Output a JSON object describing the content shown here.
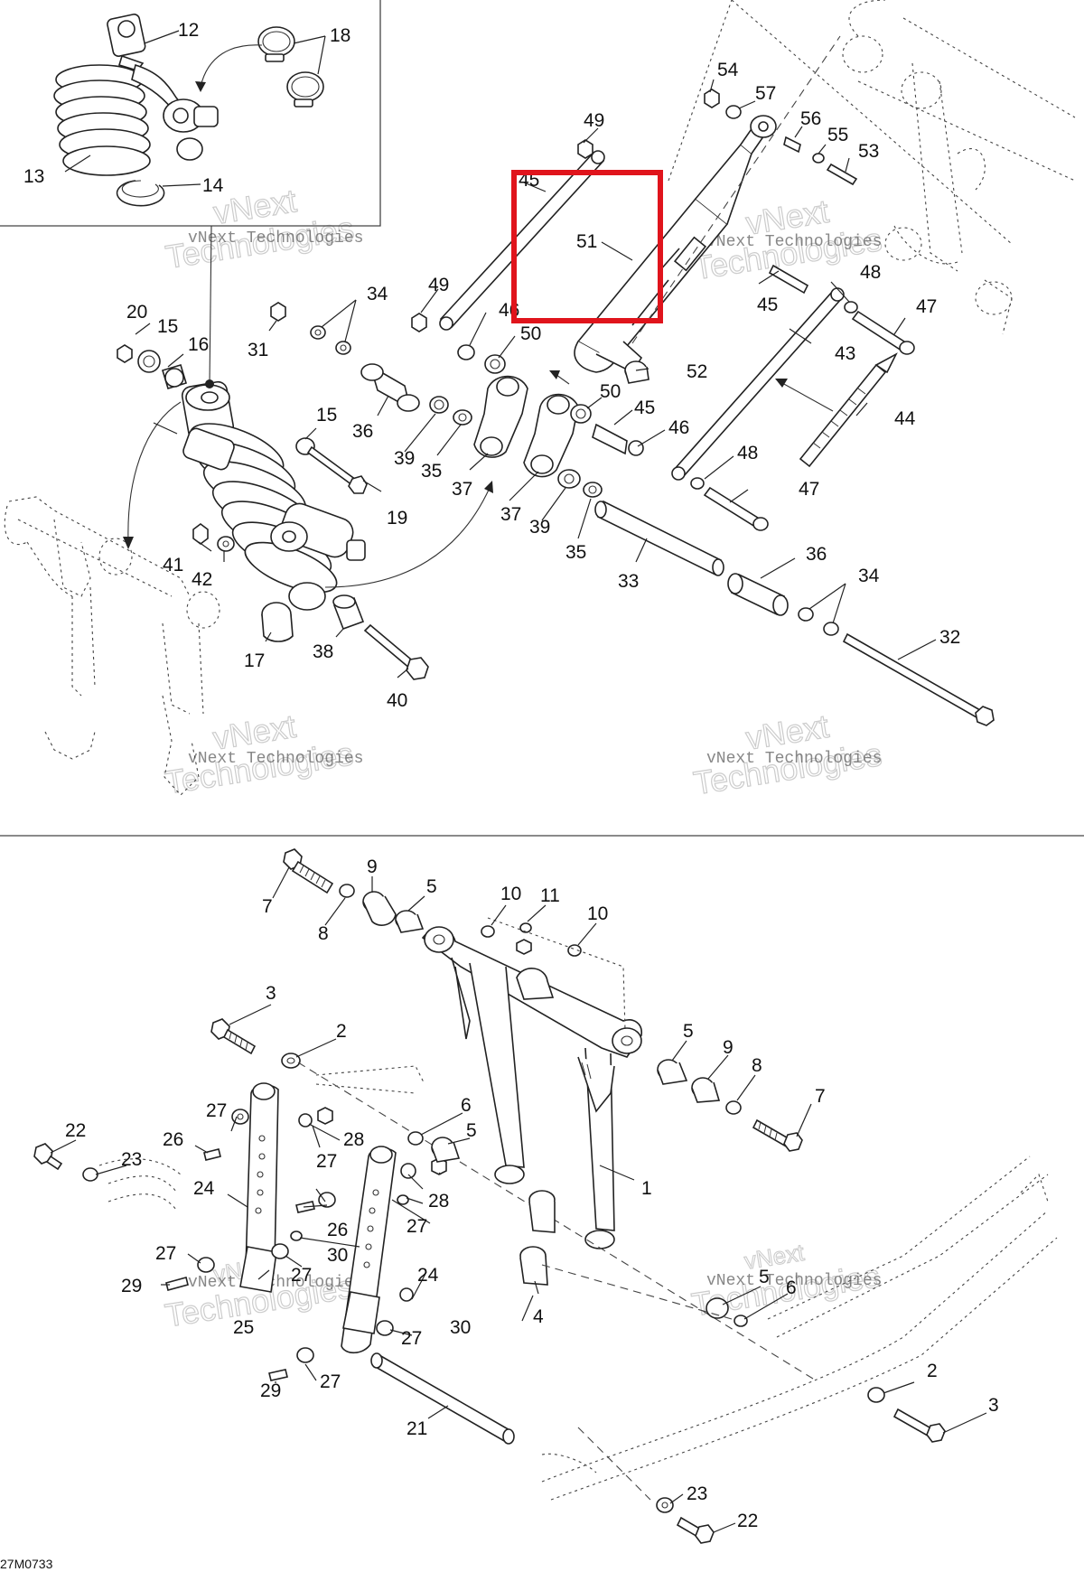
{
  "diagram": {
    "reference_code": "27M0733",
    "watermark": {
      "brand_line": "vNext Technologies",
      "big_top": "vNext",
      "big_bottom": "Technologies"
    },
    "highlighted_part": "51",
    "part_numbers": {
      "p1": "1",
      "p2a": "2",
      "p2b": "2",
      "p3a": "3",
      "p3b": "3",
      "p4": "4",
      "p5a": "5",
      "p5b": "5",
      "p5c": "5",
      "p5d": "5",
      "p6a": "6",
      "p6b": "6",
      "p7a": "7",
      "p7b": "7",
      "p8a": "8",
      "p8b": "8",
      "p9a": "9",
      "p9b": "9",
      "p10a": "10",
      "p10b": "10",
      "p11": "11",
      "p12": "12",
      "p13": "13",
      "p14": "14",
      "p15a": "15",
      "p15b": "15",
      "p16": "16",
      "p17": "17",
      "p18": "18",
      "p19": "19",
      "p20": "20",
      "p21": "21",
      "p22a": "22",
      "p22b": "22",
      "p23a": "23",
      "p23b": "23",
      "p24a": "24",
      "p24b": "24",
      "p25": "25",
      "p26a": "26",
      "p26b": "26",
      "p27a": "27",
      "p27b": "27",
      "p27c": "27",
      "p27d": "27",
      "p27e": "27",
      "p27f": "27",
      "p27g": "27",
      "p28a": "28",
      "p28b": "28",
      "p29a": "29",
      "p29b": "29",
      "p30a": "30",
      "p30b": "30",
      "p31": "31",
      "p32": "32",
      "p33": "33",
      "p34a": "34",
      "p34b": "34",
      "p35a": "35",
      "p35b": "35",
      "p36a": "36",
      "p36b": "36",
      "p37a": "37",
      "p37b": "37",
      "p38": "38",
      "p39a": "39",
      "p39b": "39",
      "p40": "40",
      "p41": "41",
      "p42": "42",
      "p43": "43",
      "p44": "44",
      "p45a": "45",
      "p45b": "45",
      "p45c": "45",
      "p46a": "46",
      "p46b": "46",
      "p47a": "47",
      "p47b": "47",
      "p48a": "48",
      "p48b": "48",
      "p49a": "49",
      "p49b": "49",
      "p50a": "50",
      "p50b": "50",
      "p51": "51",
      "p52": "52",
      "p53": "53",
      "p54": "54",
      "p55": "55",
      "p56": "56",
      "p57": "57"
    }
  }
}
